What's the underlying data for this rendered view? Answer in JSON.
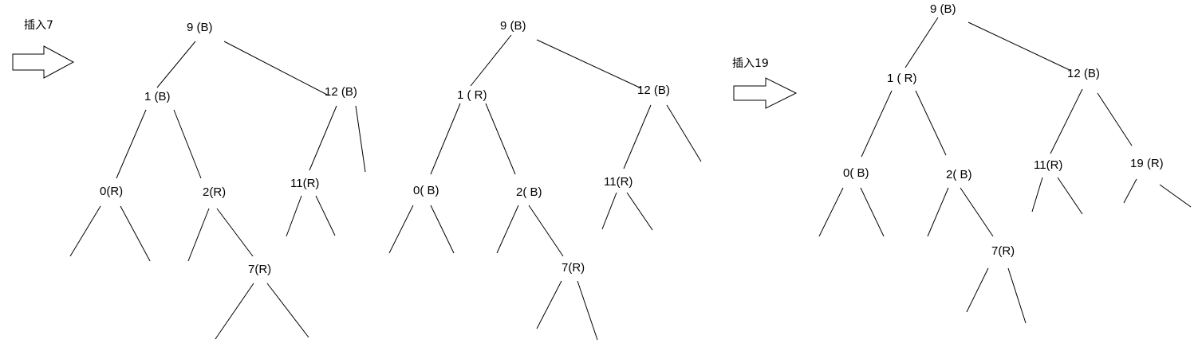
{
  "steps": [
    {
      "caption": "插入7"
    },
    {
      "caption": "插入19"
    }
  ],
  "trees": [
    {
      "nodes": [
        {
          "id": "n9",
          "text": "9 (B)"
        },
        {
          "id": "n1",
          "text": "1 (B)"
        },
        {
          "id": "n12",
          "text": "12 (B)"
        },
        {
          "id": "n0",
          "text": "0(R)"
        },
        {
          "id": "n2",
          "text": "2(R)"
        },
        {
          "id": "n11",
          "text": "11(R)"
        },
        {
          "id": "n7",
          "text": "7(R)"
        }
      ]
    },
    {
      "nodes": [
        {
          "id": "n9",
          "text": "9 (B)"
        },
        {
          "id": "n1",
          "text": "1 ( R)"
        },
        {
          "id": "n12",
          "text": "12 (B)"
        },
        {
          "id": "n0",
          "text": "0( B)"
        },
        {
          "id": "n2",
          "text": "2( B)"
        },
        {
          "id": "n11",
          "text": "11(R)"
        },
        {
          "id": "n7",
          "text": "7(R)"
        }
      ]
    },
    {
      "nodes": [
        {
          "id": "n9",
          "text": "9 (B)"
        },
        {
          "id": "n1",
          "text": "1 ( R)"
        },
        {
          "id": "n12",
          "text": "12 (B)"
        },
        {
          "id": "n0",
          "text": "0( B)"
        },
        {
          "id": "n2",
          "text": "2( B)"
        },
        {
          "id": "n11",
          "text": "11(R)"
        },
        {
          "id": "n19",
          "text": "19 (R)"
        },
        {
          "id": "n7",
          "text": "7(R)"
        }
      ]
    }
  ]
}
